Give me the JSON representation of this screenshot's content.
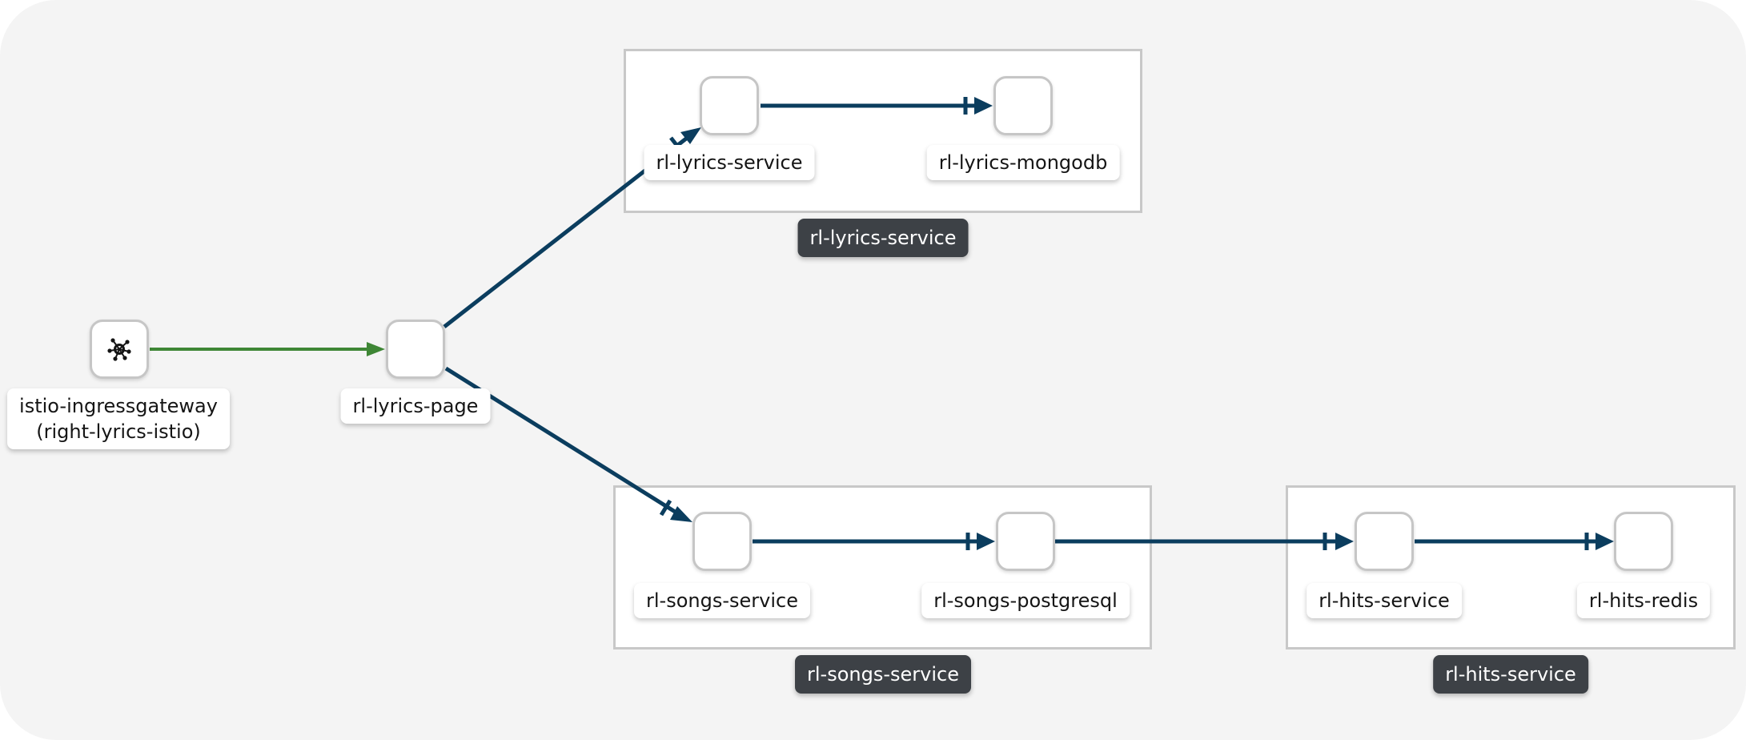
{
  "colors": {
    "background": "#f4f4f4",
    "edge_default": "#0b3d5e",
    "edge_ingress": "#3e8635",
    "group_label_bg": "#3d4146",
    "node_border": "#c6c6c6"
  },
  "nodes": {
    "ingress": {
      "label_line1": "istio-ingressgateway",
      "label_line2": "(right-lyrics-istio)",
      "icon": "gateway-icon"
    },
    "lyrics_page": {
      "label": "rl-lyrics-page"
    },
    "lyrics_service": {
      "label": "rl-lyrics-service"
    },
    "lyrics_mongodb": {
      "label": "rl-lyrics-mongodb"
    },
    "songs_service": {
      "label": "rl-songs-service"
    },
    "songs_postgresql": {
      "label": "rl-songs-postgresql"
    },
    "hits_service": {
      "label": "rl-hits-service"
    },
    "hits_redis": {
      "label": "rl-hits-redis"
    }
  },
  "groups": {
    "lyrics": {
      "label": "rl-lyrics-service"
    },
    "songs": {
      "label": "rl-songs-service"
    },
    "hits": {
      "label": "rl-hits-service"
    }
  },
  "edges": [
    {
      "from": "ingress",
      "to": "lyrics_page",
      "color": "ingress"
    },
    {
      "from": "lyrics_page",
      "to": "lyrics_service",
      "color": "default"
    },
    {
      "from": "lyrics_page",
      "to": "songs_service",
      "color": "default"
    },
    {
      "from": "lyrics_service",
      "to": "lyrics_mongodb",
      "color": "default"
    },
    {
      "from": "songs_service",
      "to": "songs_postgresql",
      "color": "default"
    },
    {
      "from": "songs_postgresql",
      "to": "hits_service",
      "color": "default"
    },
    {
      "from": "hits_service",
      "to": "hits_redis",
      "color": "default"
    }
  ]
}
